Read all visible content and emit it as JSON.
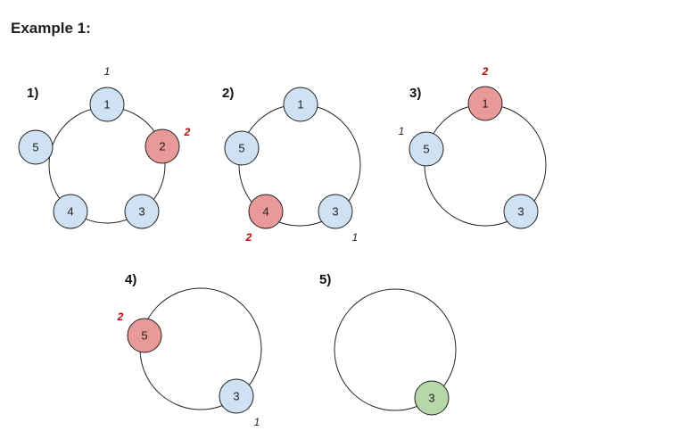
{
  "title": "Example 1:",
  "colors": {
    "default": "#cfe2f3",
    "active": "#ea9999",
    "winner": "#b6d7a8",
    "ann_count": "#222222",
    "ann_elim": "#cc0000"
  },
  "steps": [
    {
      "label": "1)",
      "nodes": [
        {
          "label": "1",
          "state": "default"
        },
        {
          "label": "2",
          "state": "active"
        },
        {
          "label": "3",
          "state": "default"
        },
        {
          "label": "4",
          "state": "default"
        },
        {
          "label": "5",
          "state": "default"
        }
      ],
      "annotations": [
        {
          "text": "1",
          "kind": "count"
        },
        {
          "text": "2",
          "kind": "elim"
        }
      ]
    },
    {
      "label": "2)",
      "nodes": [
        {
          "label": "1",
          "state": "default"
        },
        {
          "label": "3",
          "state": "default"
        },
        {
          "label": "4",
          "state": "active"
        },
        {
          "label": "5",
          "state": "default"
        }
      ],
      "annotations": [
        {
          "text": "1",
          "kind": "count"
        },
        {
          "text": "2",
          "kind": "elim"
        }
      ]
    },
    {
      "label": "3)",
      "nodes": [
        {
          "label": "1",
          "state": "active"
        },
        {
          "label": "3",
          "state": "default"
        },
        {
          "label": "5",
          "state": "default"
        }
      ],
      "annotations": [
        {
          "text": "1",
          "kind": "count"
        },
        {
          "text": "2",
          "kind": "elim"
        }
      ]
    },
    {
      "label": "4)",
      "nodes": [
        {
          "label": "3",
          "state": "default"
        },
        {
          "label": "5",
          "state": "active"
        }
      ],
      "annotations": [
        {
          "text": "1",
          "kind": "count"
        },
        {
          "text": "2",
          "kind": "elim"
        }
      ]
    },
    {
      "label": "5)",
      "nodes": [
        {
          "label": "3",
          "state": "winner"
        }
      ],
      "annotations": []
    }
  ]
}
